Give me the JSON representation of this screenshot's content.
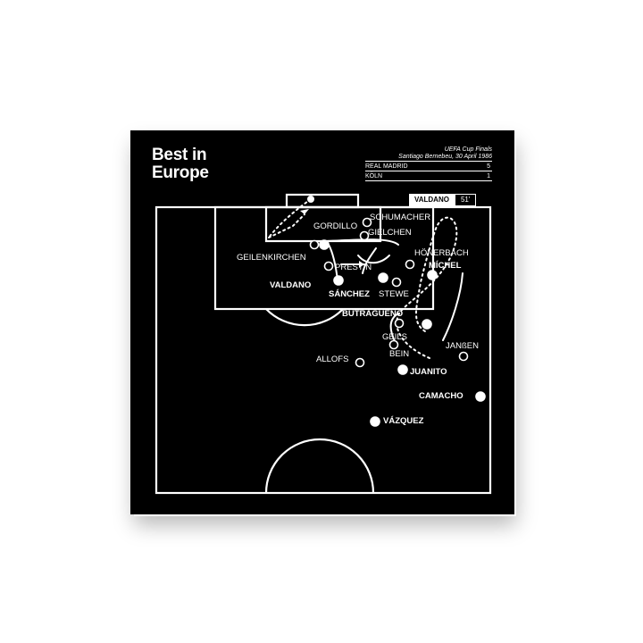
{
  "title": {
    "line1": "Best in",
    "line2": "Europe"
  },
  "match": {
    "competition": "UEFA Cup Finals",
    "venue_date": "Santiago Bernebeu, 30 April 1986",
    "teams": [
      {
        "name": "REAL MADRID",
        "score": "5"
      },
      {
        "name": "KÖLN",
        "score": "1"
      }
    ]
  },
  "goal": {
    "scorer": "VALDANO",
    "minute": "51'"
  },
  "colors": {
    "background": "#000000",
    "lines": "#ffffff",
    "frame": "#ffffff"
  },
  "players": {
    "home": [
      "VALDANO",
      "GORDILLO",
      "SÁNCHEZ",
      "MÍCHEL",
      "BUTRAGUENO",
      "JUANITO",
      "CAMACHO",
      "VÁZQUEZ"
    ],
    "away": [
      "SCHUMACHER",
      "GIELCHEN",
      "GEILENKIRCHEN",
      "PRESTIN",
      "HÖNERBACH",
      "STEWE",
      "GEILS",
      "BEIN",
      "JANßEN",
      "ALLOFS"
    ]
  }
}
